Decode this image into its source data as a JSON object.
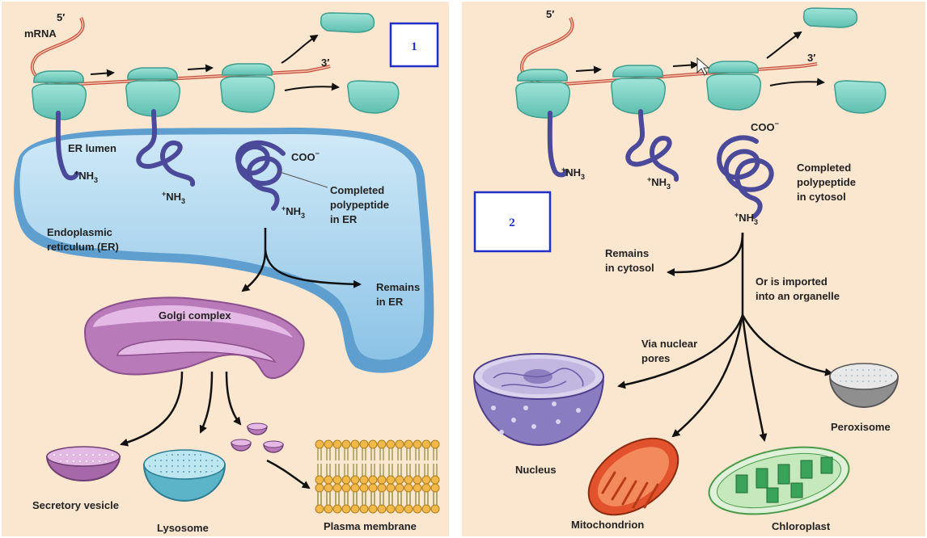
{
  "panel_left": {
    "badge": "1",
    "five_prime": "5′",
    "mrna": "mRNA",
    "three_prime": "3′",
    "er_lumen": "ER lumen",
    "nh3_a": "NH",
    "nh3_b": "NH",
    "nh3_c": "NH",
    "coo": "COO",
    "completed_line1": "Completed",
    "completed_line2": "polypeptide",
    "completed_line3": "in ER",
    "er_name_line1": "Endoplasmic",
    "er_name_line2": "reticulum (ER)",
    "remains_line1": "Remains",
    "remains_line2": "in ER",
    "golgi": "Golgi complex",
    "secretory": "Secretory vesicle",
    "lysosome": "Lysosome",
    "plasma_membrane": "Plasma membrane"
  },
  "panel_right": {
    "badge": "2",
    "five_prime": "5′",
    "three_prime": "3′",
    "nh3_a": "NH",
    "nh3_b": "NH",
    "nh3_c": "NH",
    "coo": "COO",
    "completed_line1": "Completed",
    "completed_line2": "polypeptide",
    "completed_line3": "in cytosol",
    "remains_line1": "Remains",
    "remains_line2": "in cytosol",
    "imported_line1": "Or is imported",
    "imported_line2": "into an organelle",
    "nuclear_line1": "Via nuclear",
    "nuclear_line2": "pores",
    "nucleus": "Nucleus",
    "mitochondrion": "Mitochondrion",
    "chloroplast": "Chloroplast",
    "peroxisome": "Peroxisome"
  },
  "sub_3": "3",
  "plus": "+",
  "minus": "−",
  "colors": {
    "panel_bg": "#fbe6cf",
    "ribosome": "#7fd6c8",
    "ribosome_stroke": "#3d9e8f",
    "mrna": "#c8503a",
    "polypeptide": "#4b4a9a",
    "er_fill": "#a9d6ee",
    "er_dark": "#4f92c8",
    "golgi": "#c894c8",
    "badge": "#1f2fc8"
  }
}
